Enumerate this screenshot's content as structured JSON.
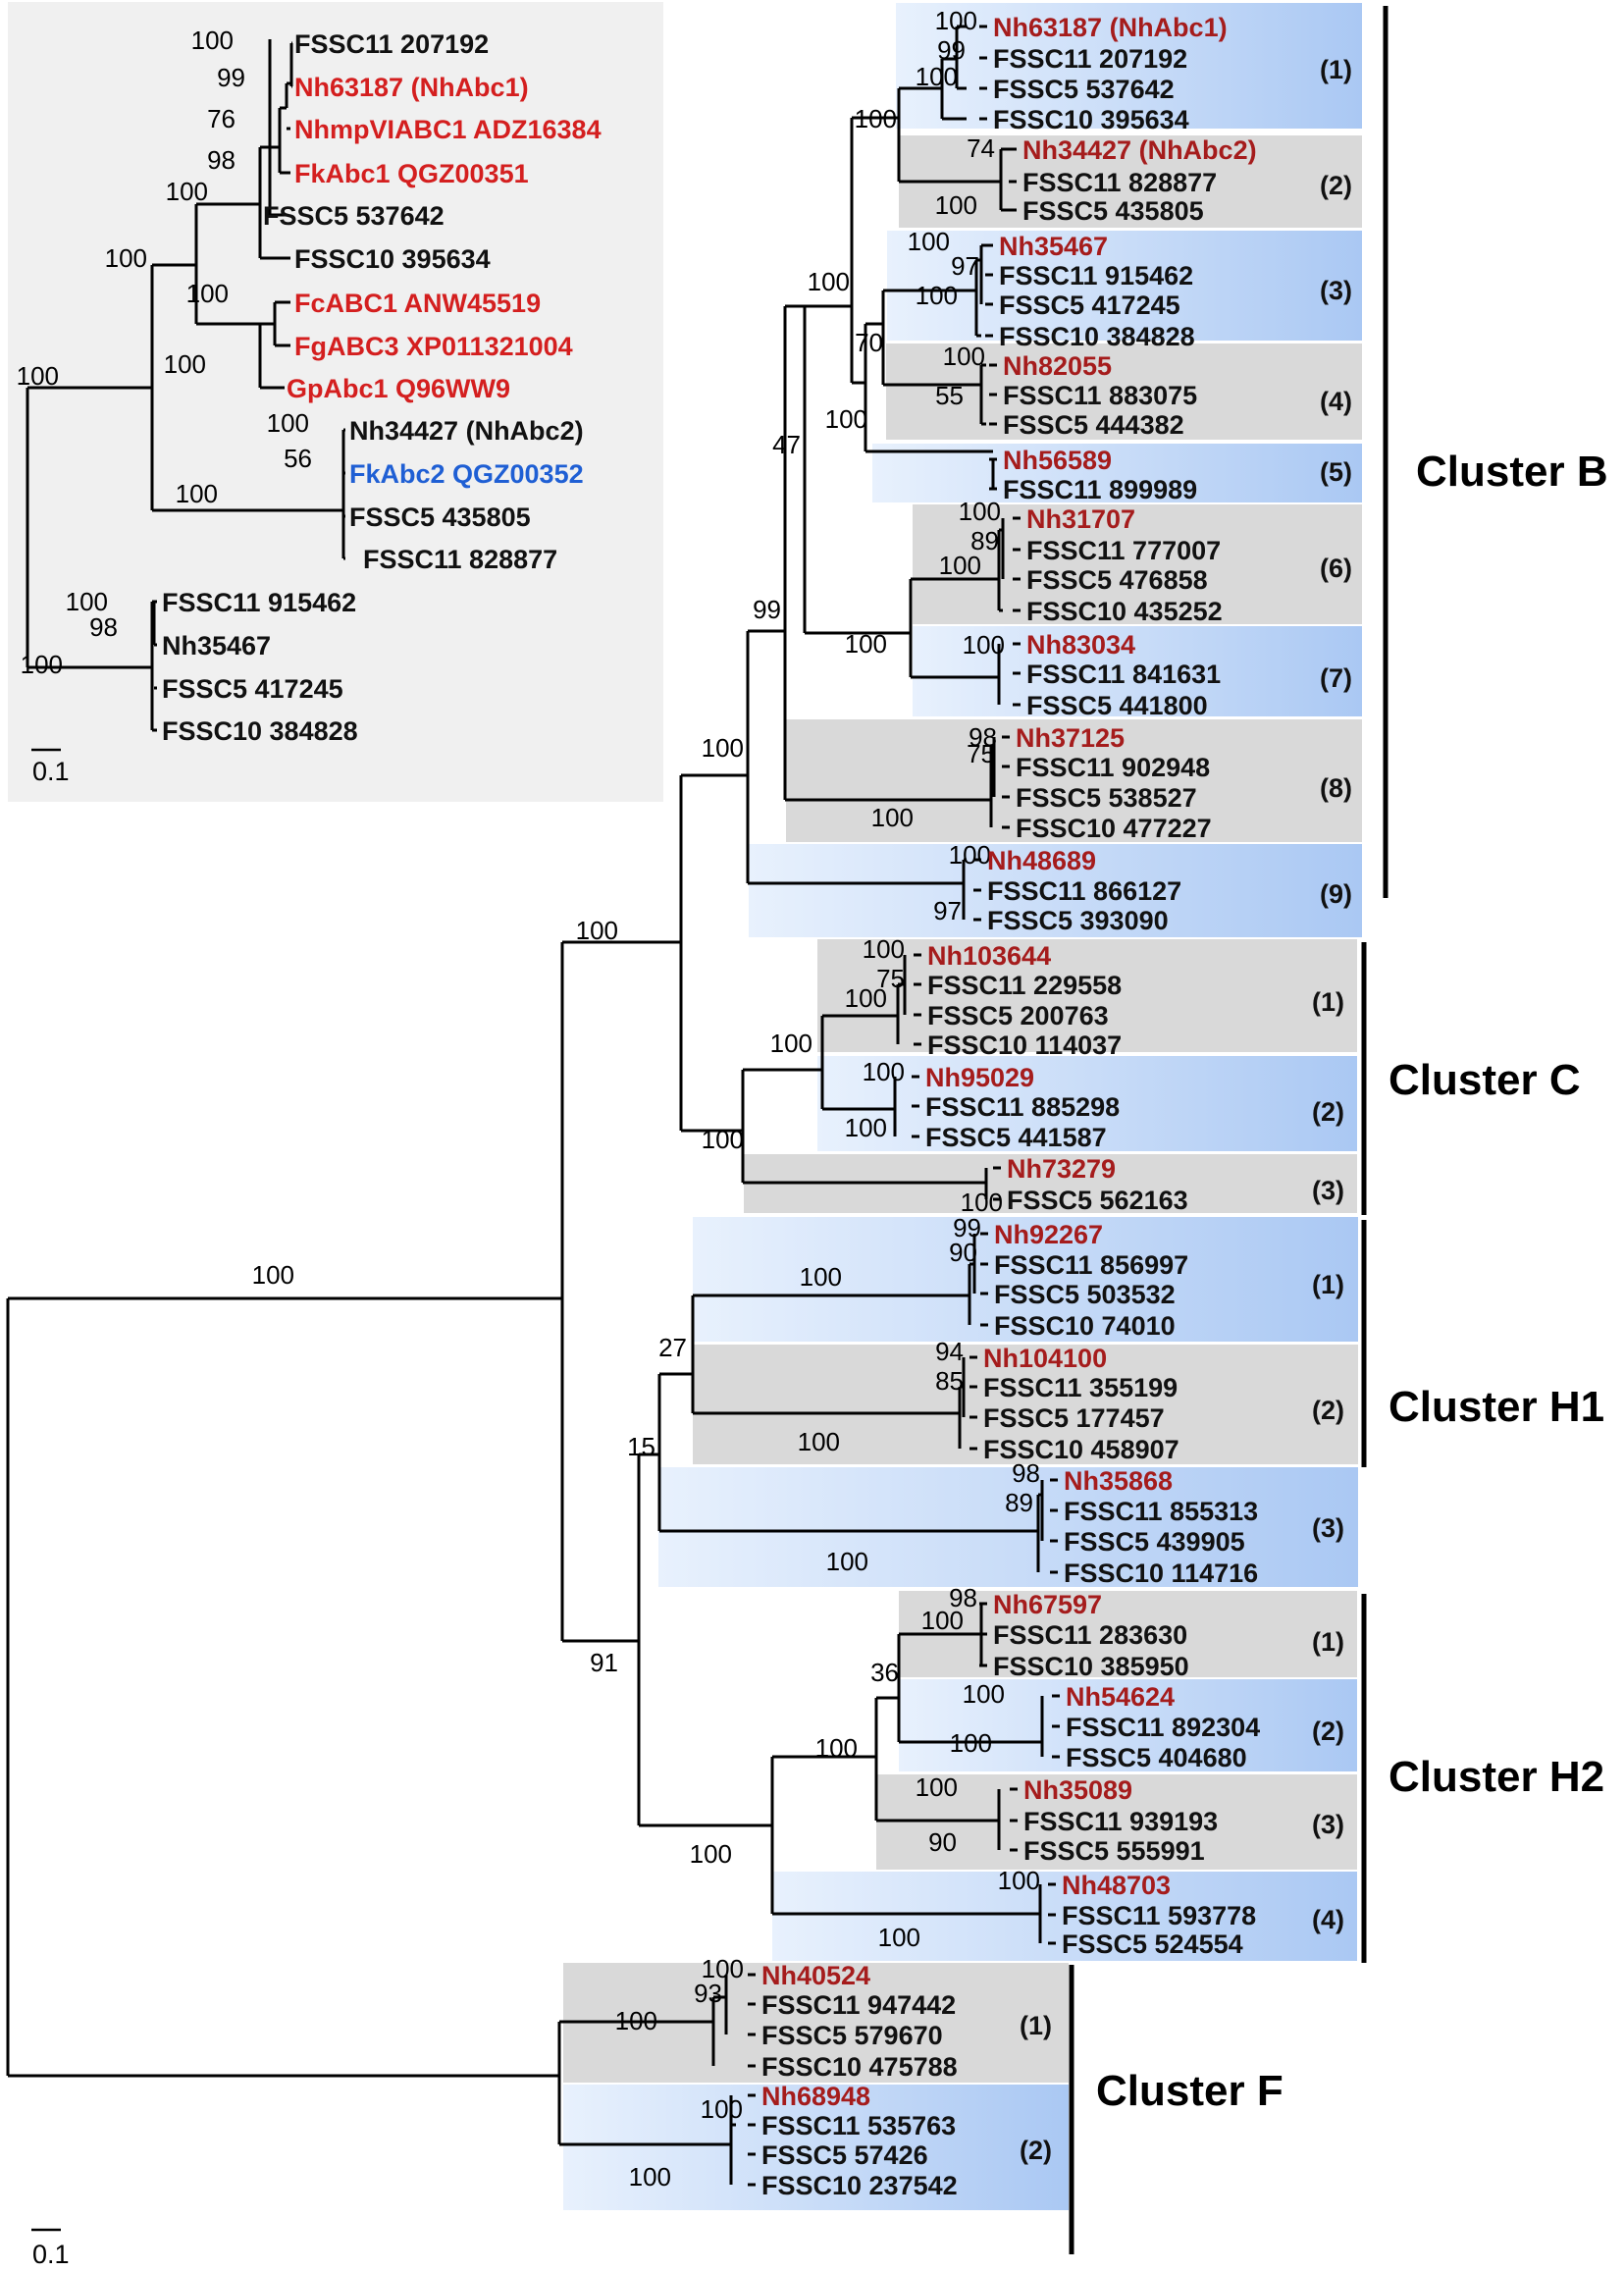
{
  "colors": {
    "branch": "#000000",
    "nh_label": "#a51c1c",
    "known_red": "#d41f1f",
    "known_blue": "#1f5fd4",
    "label_default": "#111111",
    "inset_bg": "#f0f0f0",
    "box_gray": "#d9d9d9",
    "box_blue_from": "#e6f0fc",
    "box_blue_to": "#aecbf4"
  },
  "scale_bars": {
    "inset": "0.1",
    "main": "0.1"
  },
  "clusters": [
    {
      "id": "B",
      "label": "Cluster B",
      "subgroups": [
        "(1)",
        "(2)",
        "(3)",
        "(4)",
        "(5)",
        "(6)",
        "(7)",
        "(8)",
        "(9)"
      ]
    },
    {
      "id": "C",
      "label": "Cluster C",
      "subgroups": [
        "(1)",
        "(2)",
        "(3)"
      ]
    },
    {
      "id": "H1",
      "label": "Cluster H1",
      "subgroups": [
        "(1)",
        "(2)",
        "(3)"
      ]
    },
    {
      "id": "H2",
      "label": "Cluster H2",
      "subgroups": [
        "(1)",
        "(2)",
        "(3)",
        "(4)"
      ]
    },
    {
      "id": "F",
      "label": "Cluster F",
      "subgroups": [
        "(1)",
        "(2)"
      ]
    }
  ],
  "inset_tree": {
    "leaves": [
      {
        "text": "FSSC11 207192",
        "kind": "default"
      },
      {
        "text": "Nh63187 (NhAbc1)",
        "kind": "red"
      },
      {
        "text": "NhmpVIABC1 ADZ16384",
        "kind": "red"
      },
      {
        "text": "FkAbc1 QGZ00351",
        "kind": "red"
      },
      {
        "text": "FSSC5 537642",
        "kind": "default"
      },
      {
        "text": "FSSC10 395634",
        "kind": "default"
      },
      {
        "text": "FcABC1 ANW45519",
        "kind": "red"
      },
      {
        "text": "FgABC3 XP011321004",
        "kind": "red"
      },
      {
        "text": "GpAbc1 Q96WW9",
        "kind": "red"
      },
      {
        "text": "Nh34427 (NhAbc2)",
        "kind": "default_plain"
      },
      {
        "text": "FkAbc2 QGZ00352",
        "kind": "blue"
      },
      {
        "text": "FSSC5 435805",
        "kind": "default"
      },
      {
        "text": "FSSC11 828877",
        "kind": "default"
      },
      {
        "text": "FSSC11 915462",
        "kind": "default"
      },
      {
        "text": "Nh35467",
        "kind": "default"
      },
      {
        "text": "FSSC5 417245",
        "kind": "default"
      },
      {
        "text": "FSSC10 384828",
        "kind": "default"
      }
    ],
    "bootstrap": [
      "100",
      "99",
      "76",
      "98",
      "100",
      "100",
      "100",
      "100",
      "100",
      "100",
      "56",
      "100",
      "100",
      "98",
      "100"
    ]
  },
  "main_tree": {
    "leaves": [
      "Nh63187 (NhAbc1)",
      "FSSC11 207192",
      "FSSC5 537642",
      "FSSC10 395634",
      "Nh34427 (NhAbc2)",
      "FSSC11 828877",
      "FSSC5 435805",
      "Nh35467",
      "FSSC11 915462",
      "FSSC5 417245",
      "FSSC10 384828",
      "Nh82055",
      "FSSC11 883075",
      "FSSC5 444382",
      "Nh56589",
      "FSSC11 899989",
      "Nh31707",
      "FSSC11 777007",
      "FSSC5 476858",
      "FSSC10 435252",
      "Nh83034",
      "FSSC11 841631",
      "FSSC5 441800",
      "Nh37125",
      "FSSC11 902948",
      "FSSC5 538527",
      "FSSC10 477227",
      "Nh48689",
      "FSSC11 866127",
      "FSSC5 393090",
      "Nh103644",
      "FSSC11 229558",
      "FSSC5 200763",
      "FSSC10 114037",
      "Nh95029",
      "FSSC11 885298",
      "FSSC5 441587",
      "Nh73279",
      "FSSC5 562163",
      "Nh92267",
      "FSSC11 856997",
      "FSSC5 503532",
      "FSSC10 74010",
      "Nh104100",
      "FSSC11 355199",
      "FSSC5 177457",
      "FSSC10 458907",
      "Nh35868",
      "FSSC11 855313",
      "FSSC5 439905",
      "FSSC10 114716",
      "Nh67597",
      "FSSC11 283630",
      "FSSC10 385950",
      "Nh54624",
      "FSSC11 892304",
      "FSSC5 404680",
      "Nh35089",
      "FSSC11 939193",
      "FSSC5 555991",
      "Nh48703",
      "FSSC11 593778",
      "FSSC5 524554",
      "Nh40524",
      "FSSC11 947442",
      "FSSC5 579670",
      "FSSC10 475788",
      "Nh68948",
      "FSSC11 535763",
      "FSSC5 57426",
      "FSSC10 237542"
    ],
    "bootstrap": [
      "100",
      "99",
      "100",
      "100",
      "74",
      "100",
      "100",
      "97",
      "100",
      "100",
      "100",
      "55",
      "70",
      "100",
      "47",
      "100",
      "89",
      "100",
      "100",
      "100",
      "99",
      "98",
      "75",
      "100",
      "100",
      "97",
      "100",
      "100",
      "100",
      "75",
      "100",
      "100",
      "100",
      "100",
      "100",
      "100",
      "99",
      "90",
      "100",
      "94",
      "85",
      "100",
      "27",
      "98",
      "89",
      "100",
      "15",
      "98",
      "100",
      "100",
      "100",
      "36",
      "100",
      "100",
      "90",
      "100",
      "100",
      "91",
      "100",
      "100",
      "93",
      "100",
      "100",
      "100",
      "100"
    ]
  }
}
